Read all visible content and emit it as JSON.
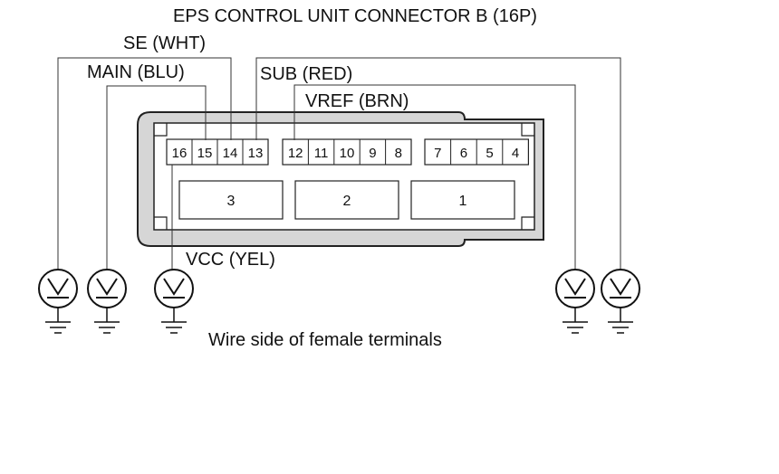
{
  "title": "EPS CONTROL UNIT CONNECTOR B (16P)",
  "wires": {
    "se": "SE (WHT)",
    "main": "MAIN (BLU)",
    "sub": "SUB (RED)",
    "vref": "VREF (BRN)",
    "vcc": "VCC (YEL)"
  },
  "pins": [
    "16",
    "15",
    "14",
    "13",
    "12",
    "11",
    "10",
    "9",
    "8",
    "7",
    "6",
    "5",
    "4"
  ],
  "blocks": [
    "3",
    "2",
    "1"
  ],
  "caption": "Wire side of female terminals",
  "meter_icon": "voltmeter-icon",
  "ground_icon": "ground-icon"
}
